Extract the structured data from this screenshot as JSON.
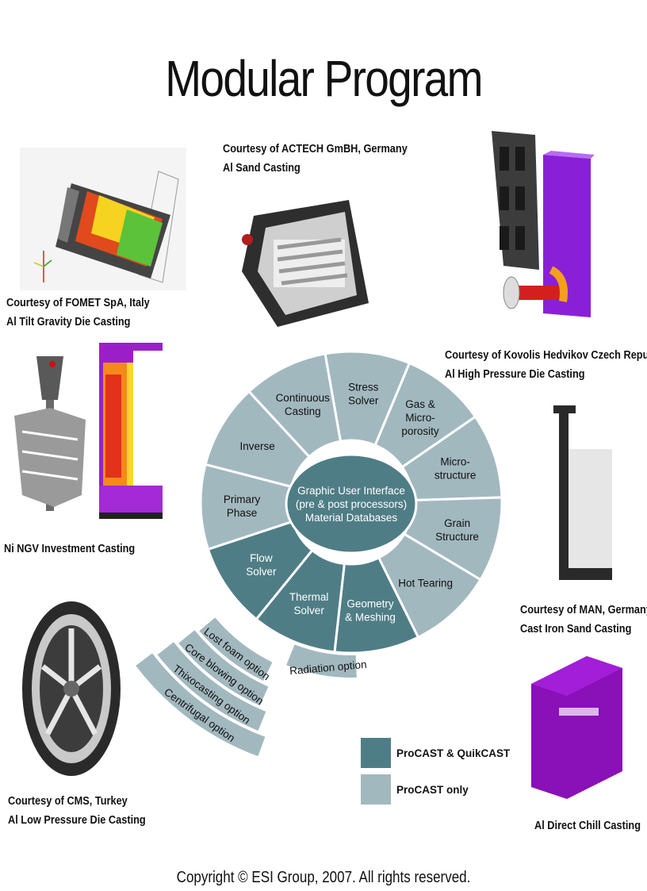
{
  "title": "Modular Program",
  "colors": {
    "dark": "#4f7d86",
    "light": "#a2b8bf",
    "stroke": "#ffffff",
    "hub": "#4f7d86"
  },
  "captions": {
    "fomet": [
      "Courtesy of FOMET SpA, Italy",
      "Al Tilt Gravity Die Casting"
    ],
    "actech": [
      "Courtesy of ACTECH GmBH, Germany",
      "Al Sand Casting"
    ],
    "kovolis": [
      "Courtesy of Kovolis Hedvikov Czech Republic",
      "Al High Pressure Die Casting"
    ],
    "ngv": [
      "Ni NGV Investment Casting"
    ],
    "man": [
      "Courtesy of MAN, Germany",
      "Cast Iron Sand Casting"
    ],
    "cms": [
      "Courtesy of CMS, Turkey",
      "Al Low Pressure Die Casting"
    ],
    "dc": [
      "Al Direct Chill Casting"
    ]
  },
  "hub": {
    "lines": [
      "Graphic User Interface",
      "(pre & post processors)",
      "Material Databases"
    ]
  },
  "outer_ring": [
    {
      "lines": [
        "Stress",
        "Solver"
      ],
      "kind": "light"
    },
    {
      "lines": [
        "Gas &",
        "Micro-",
        "porosity"
      ],
      "kind": "light"
    },
    {
      "lines": [
        "Micro-",
        "structure"
      ],
      "kind": "light"
    },
    {
      "lines": [
        "Grain",
        "Structure"
      ],
      "kind": "light"
    },
    {
      "lines": [
        "Hot Tearing"
      ],
      "kind": "light"
    },
    {
      "lines": [
        "Geometry",
        "& Meshing"
      ],
      "kind": "dark"
    },
    {
      "lines": [
        "Thermal",
        "Solver"
      ],
      "kind": "dark"
    },
    {
      "lines": [
        "Flow",
        "Solver"
      ],
      "kind": "dark"
    },
    {
      "lines": [
        "Primary",
        "Phase"
      ],
      "kind": "light"
    },
    {
      "lines": [
        "Inverse"
      ],
      "kind": "light"
    },
    {
      "lines": [
        "Continuous",
        "Casting"
      ],
      "kind": "light"
    }
  ],
  "radiation": "Radiation option",
  "flow_options": [
    "Lost foam option",
    "Core blowing option",
    "Thixocasting option",
    "Centrifugal option"
  ],
  "legend": [
    {
      "label": "ProCAST & QuikCAST",
      "kind": "dark"
    },
    {
      "label": "ProCAST only",
      "kind": "light"
    }
  ],
  "copyright": "Copyright © ESI Group, 2007. All rights reserved."
}
